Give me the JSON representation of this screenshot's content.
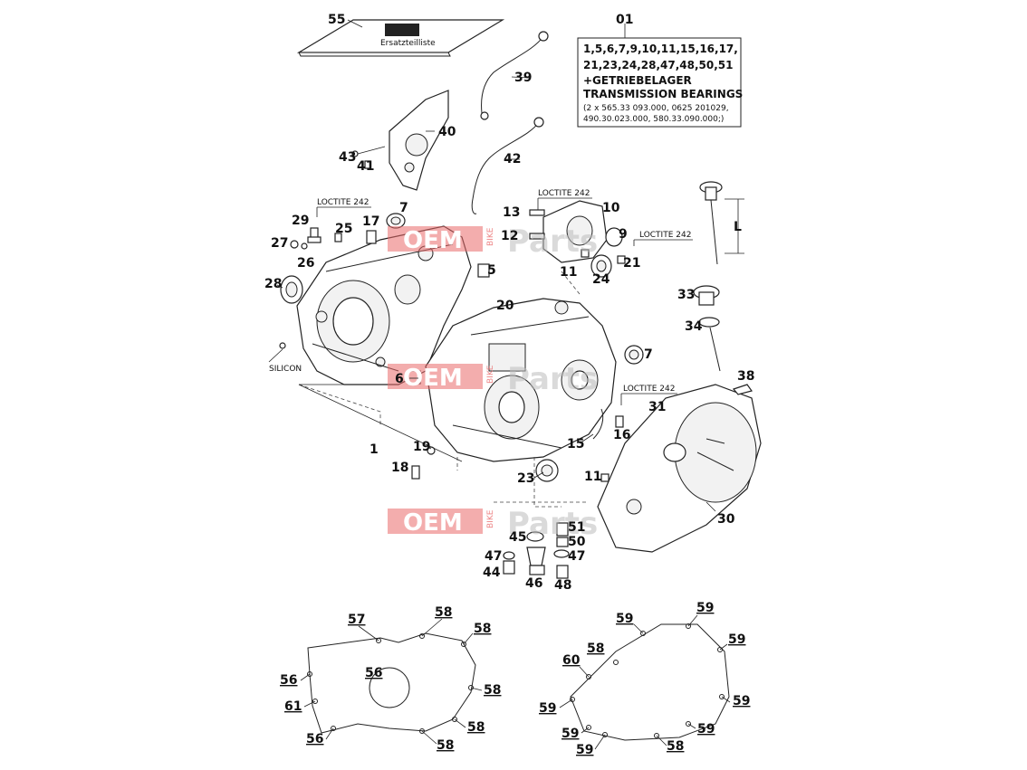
{
  "labels": [
    {
      "id": "55",
      "t": "55"
    },
    {
      "id": "01",
      "t": "01"
    },
    {
      "id": "39",
      "t": "39"
    },
    {
      "id": "40",
      "t": "40"
    },
    {
      "id": "43",
      "t": "43"
    },
    {
      "id": "41",
      "t": "41"
    },
    {
      "id": "42",
      "t": "42"
    },
    {
      "id": "29",
      "t": "29"
    },
    {
      "id": "25",
      "t": "25"
    },
    {
      "id": "17",
      "t": "17"
    },
    {
      "id": "7a",
      "t": "7"
    },
    {
      "id": "13",
      "t": "13"
    },
    {
      "id": "10",
      "t": "10"
    },
    {
      "id": "12",
      "t": "12"
    },
    {
      "id": "9",
      "t": "9"
    },
    {
      "id": "27",
      "t": "27"
    },
    {
      "id": "26",
      "t": "26"
    },
    {
      "id": "5",
      "t": "5"
    },
    {
      "id": "11a",
      "t": "11"
    },
    {
      "id": "24",
      "t": "24"
    },
    {
      "id": "21",
      "t": "21"
    },
    {
      "id": "28",
      "t": "28"
    },
    {
      "id": "20",
      "t": "20"
    },
    {
      "id": "33",
      "t": "33"
    },
    {
      "id": "34",
      "t": "34"
    },
    {
      "id": "7b",
      "t": "7"
    },
    {
      "id": "6",
      "t": "6"
    },
    {
      "id": "38",
      "t": "38"
    },
    {
      "id": "31",
      "t": "31"
    },
    {
      "id": "15",
      "t": "15"
    },
    {
      "id": "16",
      "t": "16"
    },
    {
      "id": "1",
      "t": "1"
    },
    {
      "id": "19",
      "t": "19"
    },
    {
      "id": "18",
      "t": "18"
    },
    {
      "id": "23",
      "t": "23"
    },
    {
      "id": "11b",
      "t": "11"
    },
    {
      "id": "30",
      "t": "30"
    },
    {
      "id": "51",
      "t": "51"
    },
    {
      "id": "45",
      "t": "45"
    },
    {
      "id": "50",
      "t": "50"
    },
    {
      "id": "47a",
      "t": "47"
    },
    {
      "id": "47b",
      "t": "47"
    },
    {
      "id": "44",
      "t": "44"
    },
    {
      "id": "46",
      "t": "46"
    },
    {
      "id": "48",
      "t": "48"
    },
    {
      "id": "L",
      "t": "L"
    }
  ],
  "gasket_labels": [
    {
      "id": "g57",
      "t": "57"
    },
    {
      "id": "g58a",
      "t": "58"
    },
    {
      "id": "g58b",
      "t": "58"
    },
    {
      "id": "g56a",
      "t": "56"
    },
    {
      "id": "g56b",
      "t": "56"
    },
    {
      "id": "g58c",
      "t": "58"
    },
    {
      "id": "g61",
      "t": "61"
    },
    {
      "id": "g58d",
      "t": "58"
    },
    {
      "id": "g56c",
      "t": "56"
    },
    {
      "id": "g58e",
      "t": "58"
    },
    {
      "id": "g59a",
      "t": "59"
    },
    {
      "id": "g59b",
      "t": "59"
    },
    {
      "id": "g58f",
      "t": "58"
    },
    {
      "id": "g59c",
      "t": "59"
    },
    {
      "id": "g60",
      "t": "60"
    },
    {
      "id": "g59d",
      "t": "59"
    },
    {
      "id": "g59e",
      "t": "59"
    },
    {
      "id": "g59f",
      "t": "59"
    },
    {
      "id": "g59g",
      "t": "59"
    },
    {
      "id": "g59h",
      "t": "59"
    },
    {
      "id": "g58g",
      "t": "58"
    }
  ],
  "notes": {
    "loctite_1": "LOCTITE 242",
    "loctite_2": "LOCTITE 242",
    "loctite_3": "LOCTITE 242",
    "loctite_4": "LOCTITE 242",
    "silicon": "SILICON"
  },
  "kit_box": {
    "line1": "1,5,6,7,9,10,11,15,16,17,",
    "line2": "21,23,24,28,47,48,50,51",
    "line3": "+GETRIEBELAGER",
    "line4": "TRANSMISSION BEARINGS",
    "line5": "(2 x 565.33 093.000, 0625 201029,",
    "line6": "490.30.023.000, 580.33.090.000;)"
  },
  "watermark": {
    "oem": "OEM",
    "bike": "BIKE",
    "parts": "Parts"
  }
}
